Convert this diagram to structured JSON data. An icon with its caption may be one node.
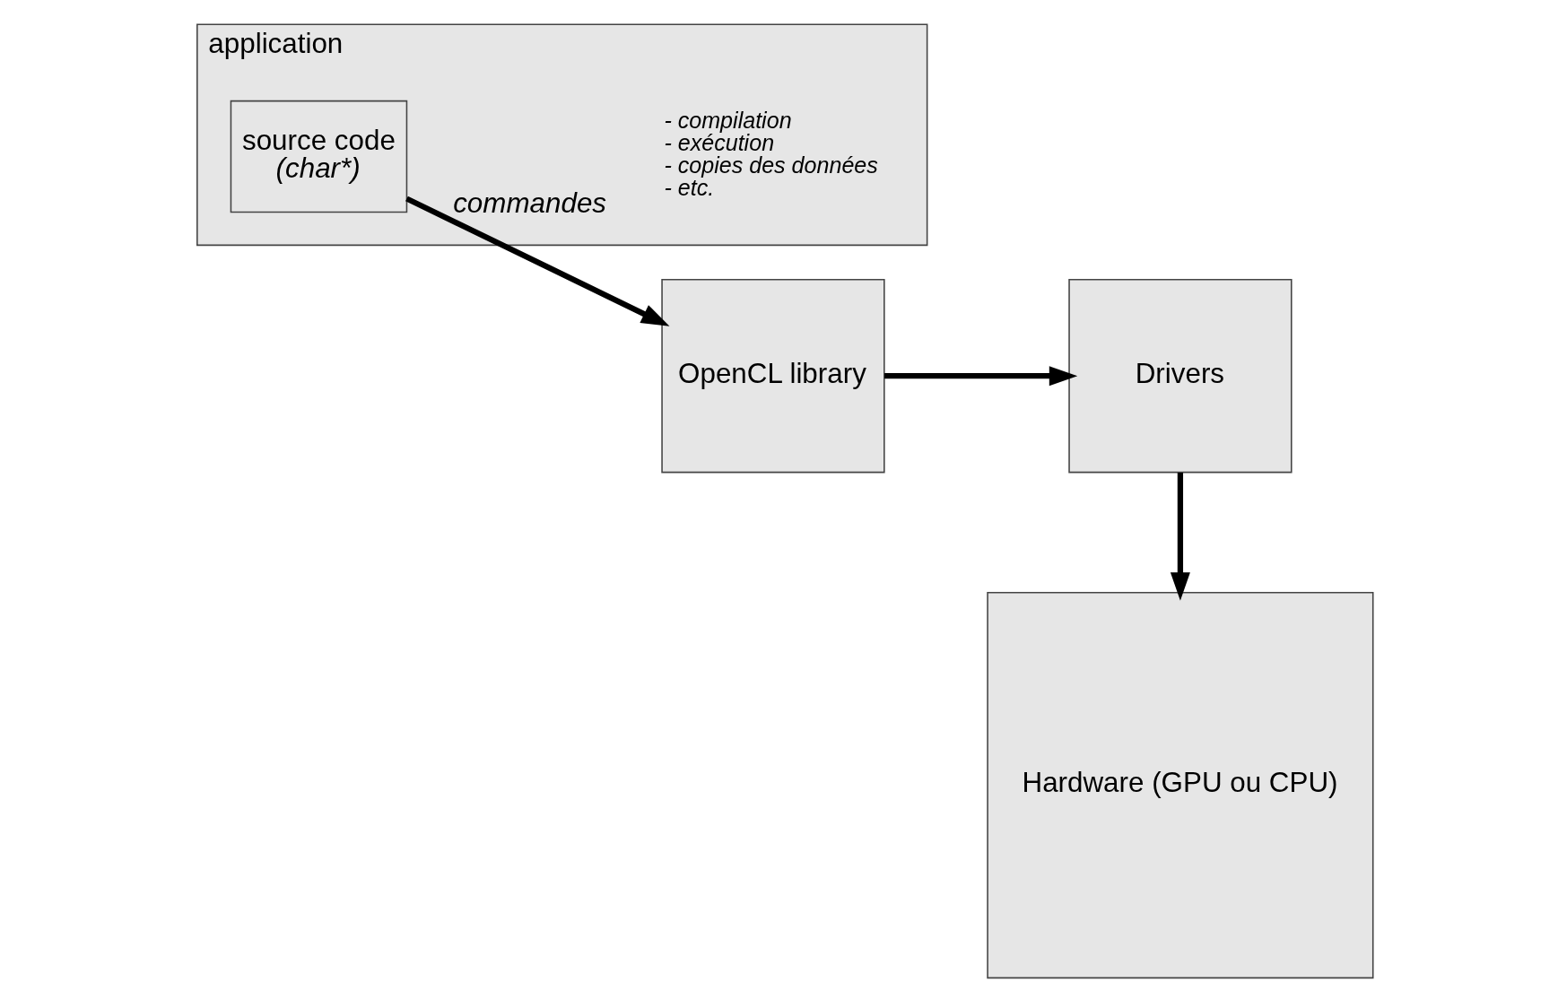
{
  "diagram": {
    "nodes": [
      {
        "text": [
          "application"
        ]
      },
      {
        "text": [
          "source code",
          "(char*)"
        ],
        "in": 0
      },
      {
        "text": [
          "OpenCL library"
        ]
      },
      {
        "text": [
          "Drivers"
        ]
      },
      {
        "text": [
          "Hardware (GPU ou CPU)"
        ]
      }
    ],
    "edges": [
      {
        "from": 1,
        "to": 2,
        "arrow": "to",
        "label": "commandes"
      },
      {
        "from": 2,
        "to": 3,
        "arrow": "to"
      },
      {
        "from": 3,
        "to": 4,
        "arrow": "to"
      }
    ],
    "labels": [
      "- compilation",
      "- exécution",
      "- copies des données",
      "- etc."
    ]
  }
}
